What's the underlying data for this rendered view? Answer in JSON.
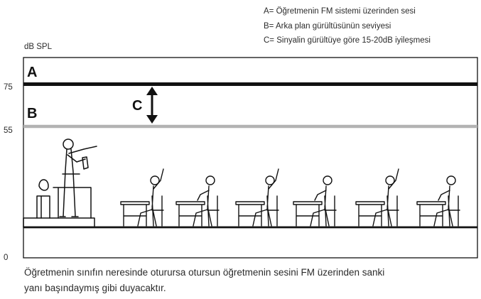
{
  "legend": {
    "a": "A= Öğretmenin FM sistemi üzerinden sesi",
    "b": "B= Arka plan gürültüsünün seviyesi",
    "c": "C= Sinyalin gürültüye göre 15-20dB iyileşmesi"
  },
  "axis": {
    "unit": "dB SPL",
    "ticks": [
      "75",
      "55",
      "0"
    ]
  },
  "levels": {
    "a": {
      "label": "A",
      "db": 75,
      "color": "#111111"
    },
    "b": {
      "label": "B",
      "db": 55,
      "color": "#b3b3b3"
    },
    "c": {
      "label": "C"
    }
  },
  "caption": {
    "line1": "Öğretmenin sınıfın neresinde oturursa otursun öğretmenin sesini FM üzerinden sanki",
    "line2": "yanı başındaymış gibi duyacaktır."
  },
  "illustration": {
    "teacher_icon": "teacher-standing-icon",
    "student_icon": "seated-student-icon",
    "student_count": 6
  }
}
